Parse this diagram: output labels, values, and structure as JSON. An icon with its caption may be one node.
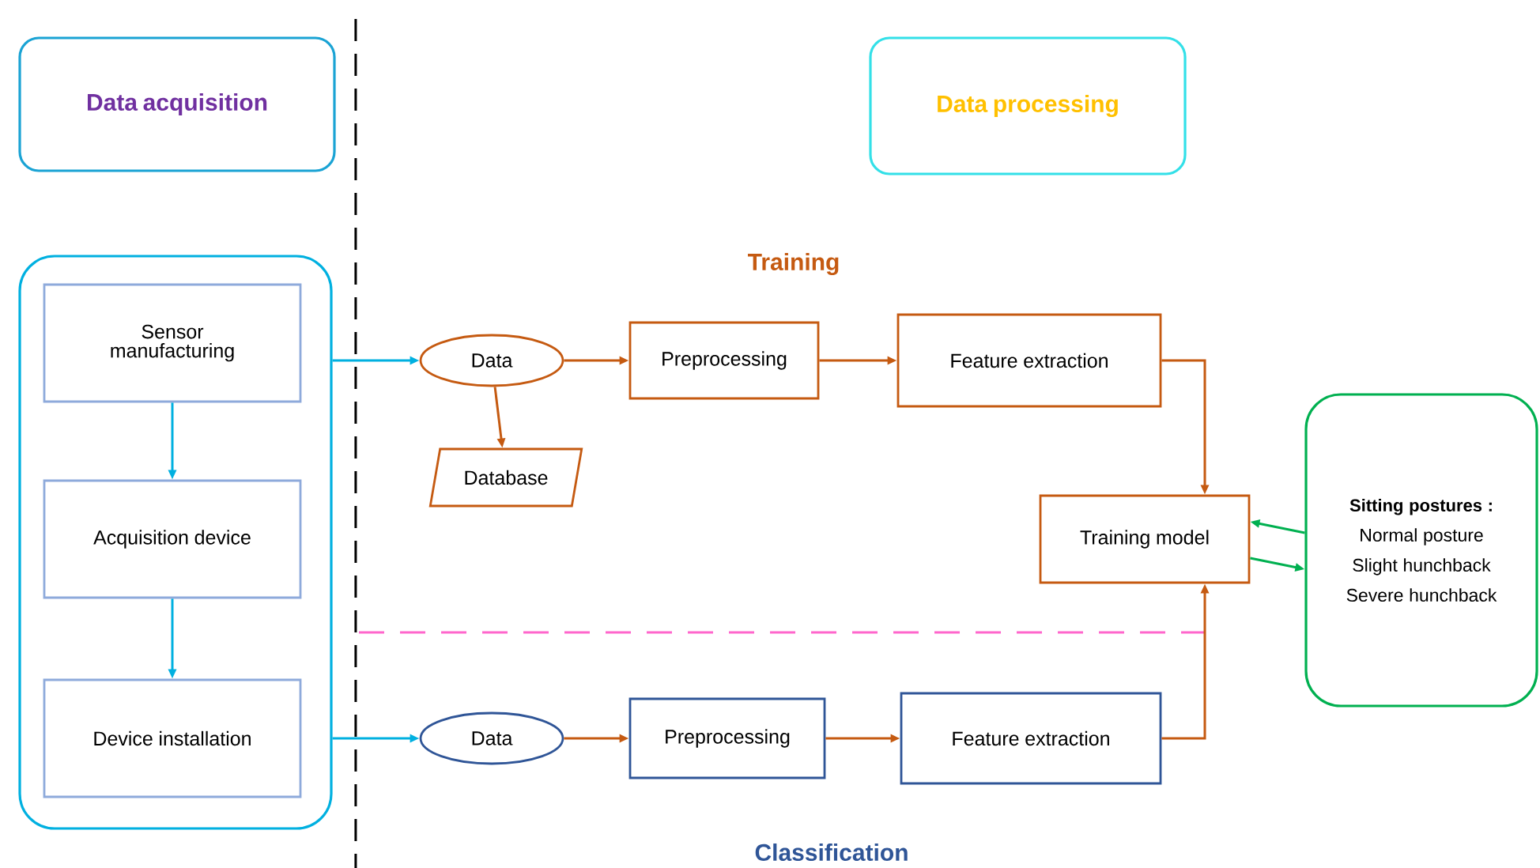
{
  "diagram": {
    "nodes": [
      {
        "text": [
          "Data acquisition"
        ]
      },
      {
        "text": [
          "Data processing"
        ]
      },
      {
        "text": [],
        "shape": "box"
      },
      {
        "text": [
          "Sensor manufacturing"
        ],
        "in": 2
      },
      {
        "text": [
          "Acquisition device"
        ],
        "in": 2
      },
      {
        "text": [
          "Device installation"
        ],
        "in": 2
      },
      {
        "text": [
          "Data"
        ]
      },
      {
        "text": [
          "Preprocessing"
        ]
      },
      {
        "text": [
          "Feature extraction"
        ]
      },
      {
        "text": [
          "Database"
        ]
      },
      {
        "text": [
          "Training model"
        ]
      },
      {
        "text": [
          "Sitting postures :",
          "Normal posture",
          "Slight hunchback",
          "Severe hunchback"
        ]
      },
      {
        "text": [
          "Data"
        ]
      },
      {
        "text": [
          "Preprocessing"
        ]
      },
      {
        "text": [
          "Feature extraction"
        ]
      }
    ],
    "edges": [
      {
        "from": 3,
        "to": 4,
        "arrow": "to",
        "color": "#00b0e0"
      },
      {
        "from": 4,
        "to": 5,
        "arrow": "to",
        "color": "#00b0e0"
      },
      {
        "from": 2,
        "to": 6,
        "arrow": "to",
        "color": "#00b0e0"
      },
      {
        "from": 2,
        "to": 12,
        "arrow": "to",
        "color": "#00b0e0"
      },
      {
        "from": 6,
        "to": 7,
        "arrow": "to"
      },
      {
        "from": 6,
        "to": 9,
        "arrow": "to"
      },
      {
        "from": 7,
        "to": 8,
        "arrow": "to"
      },
      {
        "from": 8,
        "to": 10,
        "arrow": "to"
      },
      {
        "from": 11,
        "to": 10,
        "arrow": "to",
        "color": "#00b050"
      },
      {
        "from": 10,
        "to": 11,
        "arrow": "to",
        "color": "#00b050"
      },
      {
        "from": 12,
        "to": 13,
        "arrow": "to"
      },
      {
        "from": 13,
        "to": 14,
        "arrow": "to"
      },
      {
        "from": 14,
        "to": 10,
        "arrow": "to"
      }
    ],
    "labels": [
      "Training",
      "Classification"
    ]
  }
}
